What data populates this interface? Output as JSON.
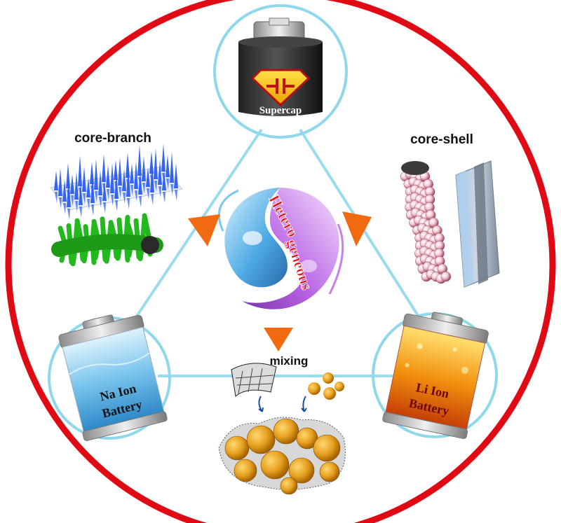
{
  "labels": {
    "core_branch": "core-branch",
    "core_shell": "core-shell",
    "mixing": "mixing",
    "center_line1": "Hetero",
    "center_line2": "geneous"
  },
  "devices": {
    "supercap": "Supercap",
    "na_line1": "Na Ion",
    "na_line2": "Battery",
    "li_line1": "Li Ion",
    "li_line2": "Battery"
  },
  "colors": {
    "outer_ring": "#e00a14",
    "connector": "#8fd8ec",
    "arrow": "#f26a10",
    "branch_blue": "#2a5cf0",
    "branch_green": "#22b81e",
    "shell_sphere": "#f2c9d4",
    "na_liquid": "#5fb8e8",
    "li_liquid": "#f08a10",
    "swirl_blue": "#3aa0e0",
    "swirl_purple": "#a040d8"
  }
}
